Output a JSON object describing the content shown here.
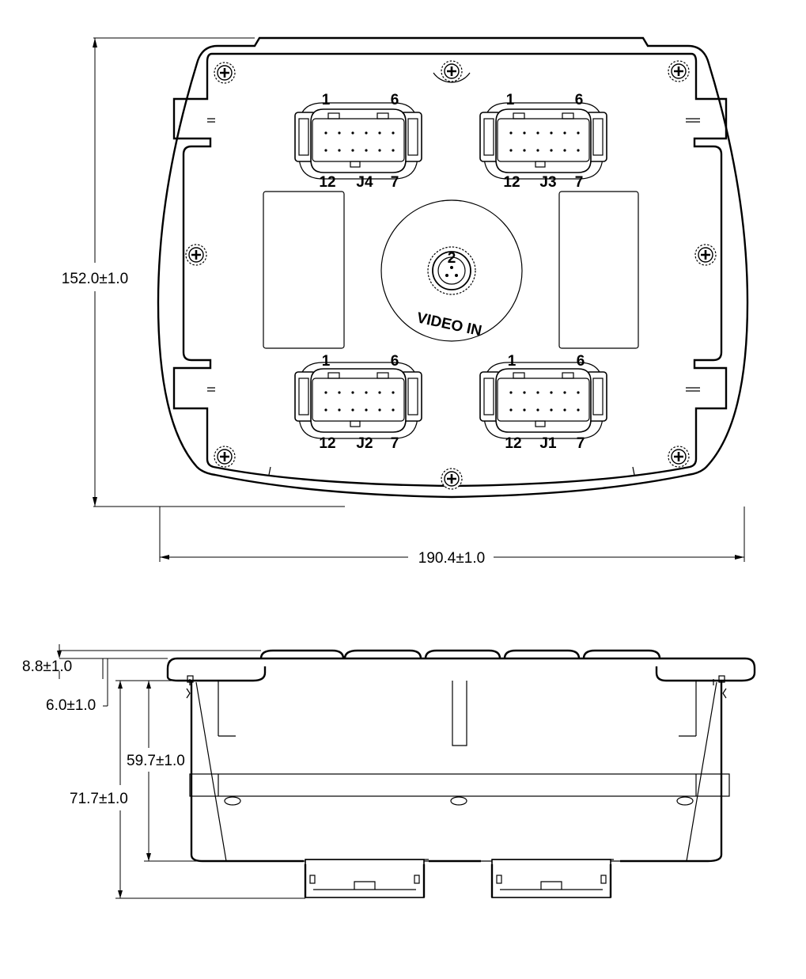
{
  "dimensions": {
    "height": "152.0±1.0",
    "width": "190.4±1.0",
    "bezel_thickness": "8.8±1.0",
    "flange_thickness": "6.0±1.0",
    "body_depth": "59.7±1.0",
    "overall_depth": "71.7±1.0"
  },
  "connectors": [
    {
      "name": "J4",
      "pin_top_left": "1",
      "pin_top_right": "6",
      "pin_bottom_left": "12",
      "pin_bottom_right": "7"
    },
    {
      "name": "J3",
      "pin_top_left": "1",
      "pin_top_right": "6",
      "pin_bottom_left": "12",
      "pin_bottom_right": "7"
    },
    {
      "name": "J2",
      "pin_top_left": "1",
      "pin_top_right": "6",
      "pin_bottom_left": "12",
      "pin_bottom_right": "7"
    },
    {
      "name": "J1",
      "pin_top_left": "1",
      "pin_top_right": "6",
      "pin_bottom_left": "12",
      "pin_bottom_right": "7"
    }
  ],
  "video": {
    "label": "VIDEO IN",
    "pin_number": "2"
  }
}
